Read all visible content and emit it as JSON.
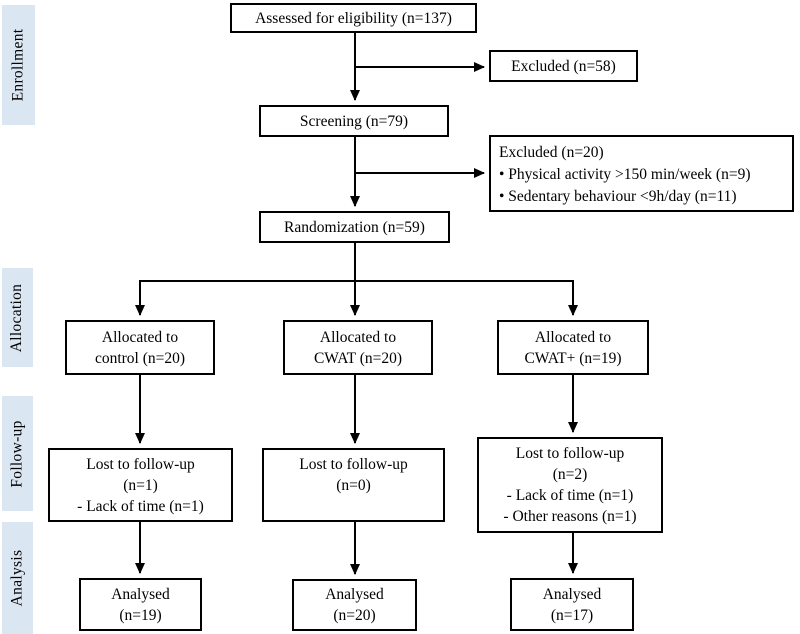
{
  "diagram": {
    "accent_color": "#dbe6f3",
    "line_color": "#000000",
    "stages": [
      "Enrollment",
      "Allocation",
      "Follow-up",
      "Analysis"
    ],
    "boxes": {
      "assessed": {
        "lines": [
          "Assessed for eligibility (n=137)"
        ]
      },
      "excluded_1": {
        "lines": [
          "Excluded (n=58)"
        ]
      },
      "screening": {
        "lines": [
          "Screening (n=79)"
        ]
      },
      "excluded_2": {
        "lines": [
          "Excluded (n=20)",
          "• Physical activity >150 min/week (n=9)",
          "• Sedentary behaviour <9h/day (n=11)"
        ]
      },
      "randomization": {
        "lines": [
          "Randomization (n=59)"
        ]
      },
      "alloc_control": {
        "lines": [
          "Allocated to",
          "control (n=20)"
        ]
      },
      "alloc_cwat": {
        "lines": [
          "Allocated to",
          "CWAT (n=20)"
        ]
      },
      "alloc_cwatplus": {
        "lines": [
          "Allocated to",
          "CWAT+ (n=19)"
        ]
      },
      "fu_control": {
        "lines": [
          "Lost to follow-up",
          "(n=1)",
          "- Lack of time (n=1)"
        ]
      },
      "fu_cwat": {
        "lines": [
          "Lost to follow-up",
          "(n=0)"
        ]
      },
      "fu_cwatplus": {
        "lines": [
          "Lost to follow-up",
          "(n=2)",
          "- Lack of time (n=1)",
          "- Other reasons (n=1)"
        ]
      },
      "an_control": {
        "lines": [
          "Analysed",
          "(n=19)"
        ]
      },
      "an_cwat": {
        "lines": [
          "Analysed",
          "(n=20)"
        ]
      },
      "an_cwatplus": {
        "lines": [
          "Analysed",
          "(n=17)"
        ]
      }
    }
  }
}
